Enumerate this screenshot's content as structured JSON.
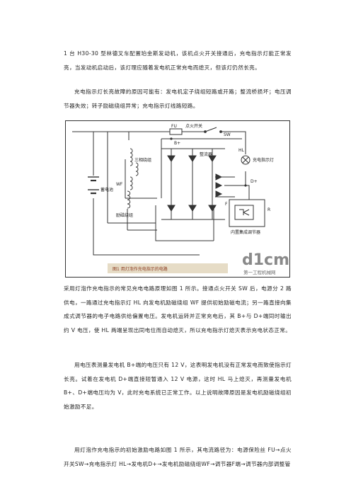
{
  "paragraphs": [
    "1 台 H30-30 型林德叉车配置珀金斯发动机，该机点火开关接通后，充电指示灯能正常发亮，当发动机启动后，该灯理应随着发电机正常充电而熄灭，但该灯仍然长亮。",
    "充电指示灯长亮故障的原因可能有：发电机定子绕组短路或开路；整流桥损坏；电压调节器失效；转子励磁绕组异常；充电指示灯线路短路。",
    "采用灯泡作充电指示的常见充电电路原理如图 1 所示。接通点火开关 SW 后，电源分 2 路供电，一路通过充电指示灯 HL 向发电机励磁绕组 WF 提供初始励磁电流；另一路直接向集成式调节器的电子电路供给偏置电压。发电机运转并正常充电后，其 B+与 D+端同时输出约 V 电压，使 HL 两端呈现出同电位而自动熄灭，所以充电指示灯熄灭表示充电状态正常。",
    "用电压表测量发电机 B+端的电压只有 12 V，这表明发电机没有正常发电而致使指示灯长亮。试着在发电机 D+端直接短暂通入 12 V 电源，这时 HL 马上熄灭，再测量发电机 B+、D+端电压均为 V，此时充电系统已正常工作。以上说明故障原因是发电机励磁绕组初始激励不足。",
    "用灯泡作充电指示的初始激励电路如图 1 所示，其电流路径为：电源保险丝 FU→点火开关SW→充电指示灯 HL→发电机D+→发电机励磁绕组WF→调节器F端→调节器内部调整管"
  ],
  "figure": {
    "caption": "图1  用灯泡作充电指示的电路",
    "labels": {
      "fu": "FU",
      "ignition": "点火开关",
      "sw": "SW",
      "bplus": "B+",
      "three_phase": "三相绕组",
      "rectifier": "整流器",
      "hl": "HL",
      "lamp": "充电指示灯",
      "dplus": "D+",
      "battery": "蓄电池",
      "wf": "WF",
      "excitation": "励磁绕组",
      "f": "F",
      "r": "R",
      "regulator": "内置集成调节器",
      "wm_big": "d1cm",
      "wm_small": "第一工程机械网"
    }
  }
}
